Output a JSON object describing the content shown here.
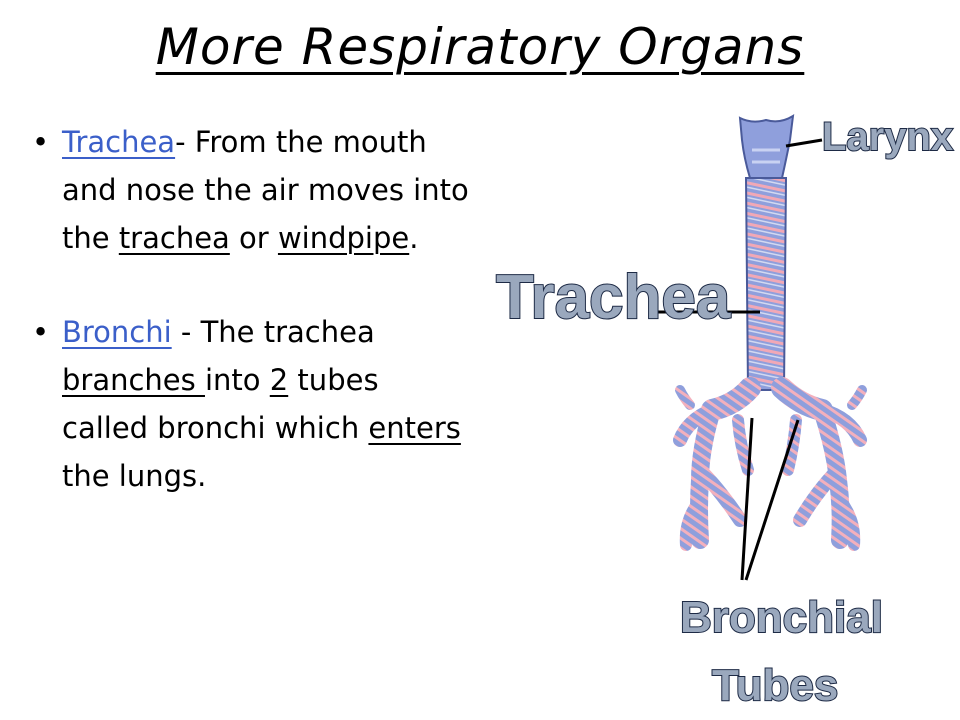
{
  "slide": {
    "title": "More Respiratory Organs",
    "bullets": [
      {
        "term": "Trachea",
        "text_1": "- From the mouth and nose the air moves into the ",
        "u1": "trachea",
        "text_2": " or ",
        "u2": "windpipe",
        "text_3": "."
      },
      {
        "term": "Bronchi",
        "text_1": " - The trachea ",
        "u1": "branches ",
        "text_2": "into ",
        "u2": "2",
        "text_3": " tubes called bronchi which ",
        "u3": "enters",
        "text_4": " the lungs."
      }
    ]
  },
  "diagram": {
    "labels": {
      "larynx": "Larynx",
      "trachea": "Trachea",
      "bronchial_line1": "Bronchial",
      "bronchial_line2": "Tubes"
    },
    "colors": {
      "airway": "#8f9fdc",
      "rings": "#f1a8b6",
      "label_fill": "#9aa8bd",
      "label_stroke": "#1d2a45"
    }
  }
}
